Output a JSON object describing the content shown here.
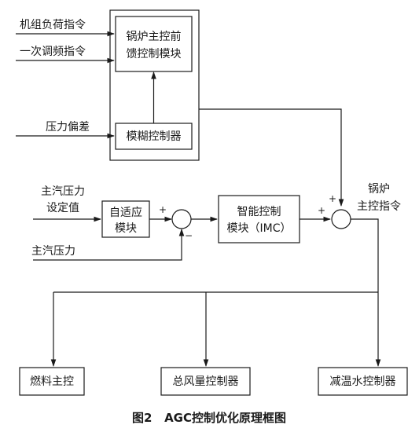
{
  "inputs": {
    "unit_load_command": "机组负荷指令",
    "primary_frequency_command": "一次调频指令",
    "pressure_deviation": "压力偏差",
    "main_steam_pressure_setpoint_line1": "主汽压力",
    "main_steam_pressure_setpoint_line2": "设定值",
    "main_steam_pressure": "主汽压力"
  },
  "blocks": {
    "boiler_feedforward_line1": "锅炉主控前",
    "boiler_feedforward_line2": "馈控制模块",
    "fuzzy_controller": "模糊控制器",
    "adaptive_line1": "自适应",
    "adaptive_line2": "模块",
    "imc_line1": "智能控制",
    "imc_line2": "模块（IMC）",
    "fuel_master": "燃料主控",
    "total_air_controller": "总风量控制器",
    "desuperheater_controller": "减温水控制器"
  },
  "outputs": {
    "boiler_master_command_line1": "锅炉",
    "boiler_master_command_line2": "主控指令"
  },
  "signs": {
    "sum1_plus": "+",
    "sum1_minus": "−",
    "sum2_plus_left": "+",
    "sum2_plus_top": "+"
  },
  "caption": "图2   AGC控制优化原理框图"
}
